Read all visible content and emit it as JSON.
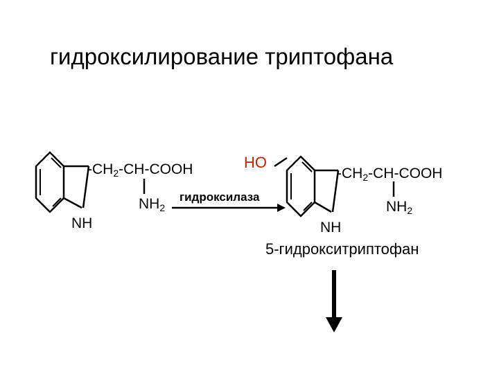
{
  "title": "гидроксилирование триптофана",
  "reactant": {
    "chain_ch2": "-CH",
    "chain_sub": "2",
    "chain_rest": "-CH-COOH",
    "amine": "NH",
    "amine_sub": "2",
    "ring_nh": "NH"
  },
  "enzyme": "гидроксилаза",
  "product": {
    "hydroxyl": "HO",
    "chain_ch2": "-CH",
    "chain_sub": "2",
    "chain_rest": "-CH-COOH",
    "amine": "NH",
    "amine_sub": "2",
    "ring_nh": "NH",
    "name": "5-гидрокситриптофан"
  },
  "colors": {
    "text": "#000000",
    "hydroxyl": "#cc2200",
    "background": "#ffffff"
  }
}
